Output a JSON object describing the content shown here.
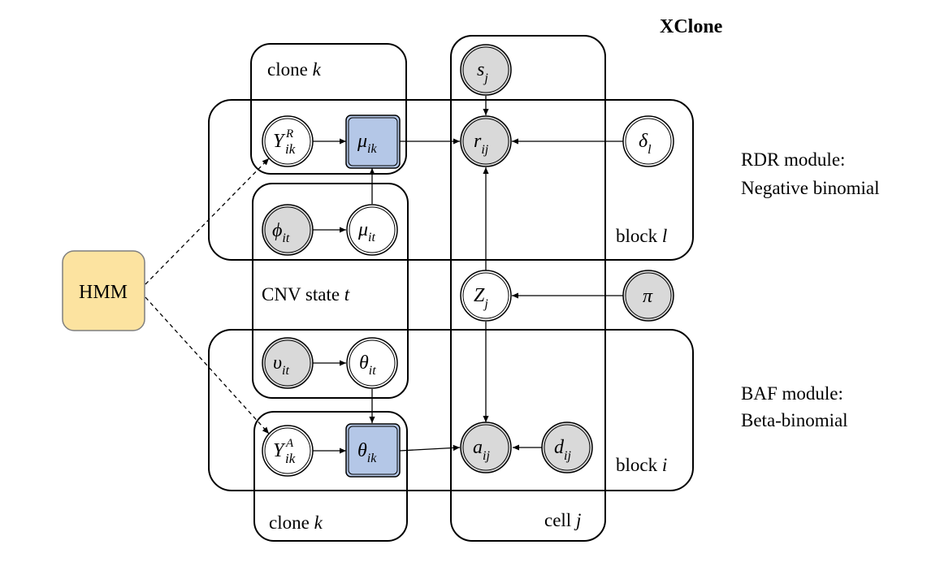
{
  "title": "XClone",
  "hmm_label": "HMM",
  "plates": {
    "clone_top": "clone",
    "clone_top_var": "k",
    "clone_bottom": "clone",
    "clone_bottom_var": "k",
    "cnv_state": "CNV state",
    "cnv_state_var": "t",
    "cell": "cell",
    "cell_var": "j",
    "block_l": "block",
    "block_l_var": "l",
    "block_i": "block",
    "block_i_var": "i"
  },
  "modules": {
    "rdr_line1": "RDR module:",
    "rdr_line2": "Negative binomial",
    "baf_line1": "BAF module:",
    "baf_line2": "Beta-binomial"
  },
  "nodes": {
    "s": {
      "base": "s",
      "sub": "j"
    },
    "r": {
      "base": "r",
      "sub": "ij"
    },
    "delta": {
      "base": "δ",
      "sub": "l"
    },
    "YR": {
      "base": "Y",
      "sub": "ik",
      "sup": "R"
    },
    "mu_ik": {
      "base": "μ",
      "sub": "ik"
    },
    "phi": {
      "base": "ϕ",
      "sub": "it"
    },
    "mu_it": {
      "base": "μ",
      "sub": "it"
    },
    "Z": {
      "base": "Z",
      "sub": "j"
    },
    "pi": {
      "base": "π"
    },
    "nu": {
      "base": "υ",
      "sub": "it"
    },
    "theta_it": {
      "base": "θ",
      "sub": "it"
    },
    "YA": {
      "base": "Y",
      "sub": "ik",
      "sup": "A"
    },
    "theta_ik": {
      "base": "θ",
      "sub": "ik"
    },
    "a": {
      "base": "a",
      "sub": "ij"
    },
    "d": {
      "base": "d",
      "sub": "ij"
    }
  },
  "colors": {
    "observed_gray": "#d9d9d9",
    "deterministic_blue": "#b4c7e7",
    "hmm_fill": "#fce3a0",
    "hmm_stroke": "#7f7f7f"
  }
}
